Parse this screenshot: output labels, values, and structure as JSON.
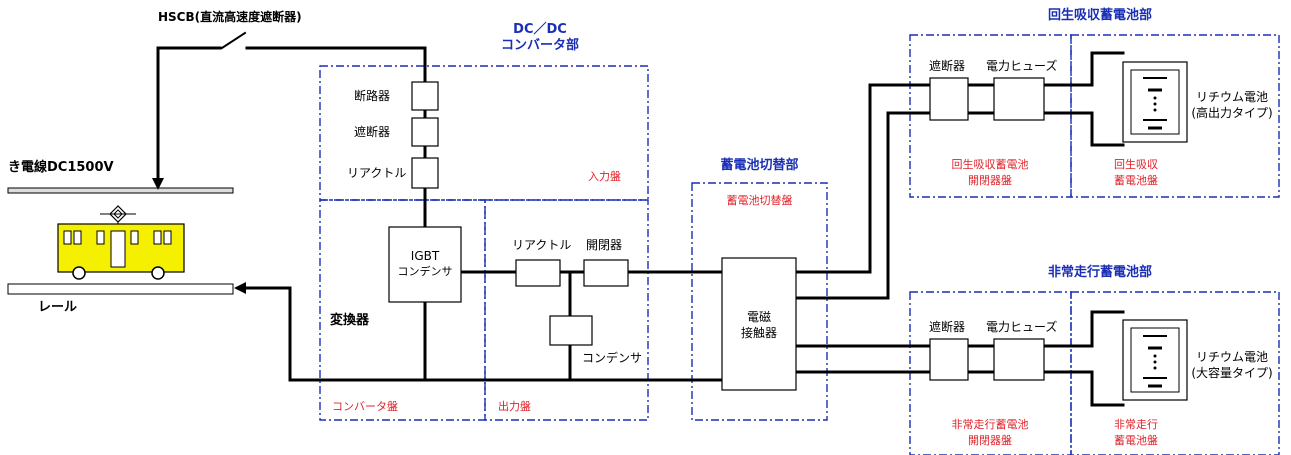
{
  "labels": {
    "hscb": "HSCB(直流高速度遮断器)",
    "feeder": "き電線DC1500V",
    "rail": "レール",
    "dcdc_title_1": "DC／DC",
    "dcdc_title_2": "コンバータ部",
    "disconnector": "断路器",
    "breaker_in": "遮断器",
    "reactor_in": "リアクトル",
    "input_panel": "入力盤",
    "igbt_1": "IGBT",
    "igbt_2": "コンデンサ",
    "converter": "変換器",
    "reactor_out": "リアクトル",
    "switch_out": "開閉器",
    "capacitor_out": "コンデンサ",
    "converter_panel": "コンバータ盤",
    "output_panel": "出力盤",
    "switch_section": "蓄電池切替部",
    "switch_panel": "蓄電池切替盤",
    "contactor_1": "電磁",
    "contactor_2": "接触器",
    "regen_section": "回生吸収蓄電池部",
    "regen_breaker": "遮断器",
    "regen_fuse": "電力ヒューズ",
    "regen_switch_panel_1": "回生吸収蓄電池",
    "regen_switch_panel_2": "開閉器盤",
    "regen_battery_panel_1": "回生吸収",
    "regen_battery_panel_2": "蓄電池盤",
    "regen_battery_1": "リチウム電池",
    "regen_battery_2": "(高出力タイプ)",
    "emerg_section": "非常走行蓄電池部",
    "emerg_breaker": "遮断器",
    "emerg_fuse": "電力ヒューズ",
    "emerg_switch_panel_1": "非常走行蓄電池",
    "emerg_switch_panel_2": "開閉器盤",
    "emerg_battery_panel_1": "非常走行",
    "emerg_battery_panel_2": "蓄電池盤",
    "emerg_battery_1": "リチウム電池",
    "emerg_battery_2": "(大容量タイプ)"
  },
  "colors": {
    "wire": "#000000",
    "frame": "#1a2fb5",
    "panel_label": "#e0242b",
    "section_title": "#1a2fb5",
    "train_body": "#f5f000"
  }
}
